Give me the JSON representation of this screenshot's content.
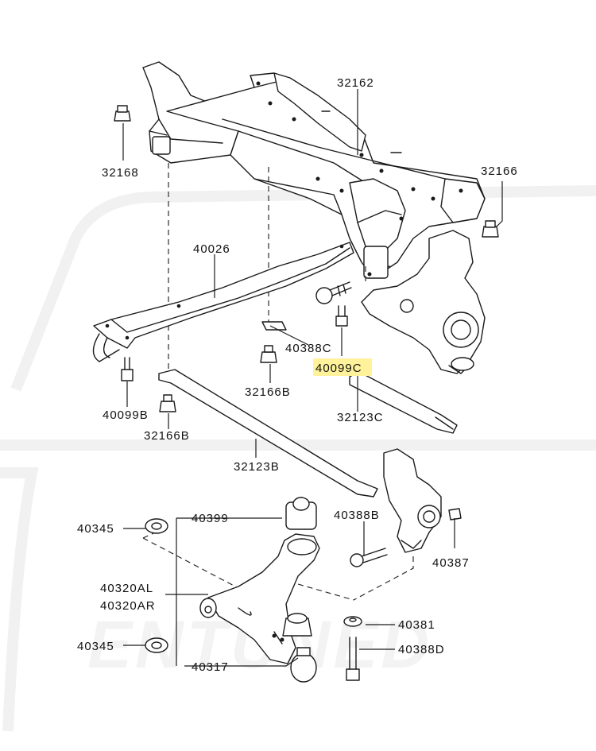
{
  "watermark": {
    "text": "ENTUNED"
  },
  "highlight_color": "#fff29a",
  "parts": [
    {
      "id": "32162",
      "label": "32162"
    },
    {
      "id": "32168",
      "label": "32168"
    },
    {
      "id": "32166",
      "label": "32166"
    },
    {
      "id": "40026",
      "label": "40026"
    },
    {
      "id": "40388C",
      "label": "40388C"
    },
    {
      "id": "40099C",
      "label": "40099C",
      "highlighted": true
    },
    {
      "id": "32166B-mid",
      "label": "32166B"
    },
    {
      "id": "40099B",
      "label": "40099B"
    },
    {
      "id": "32123C",
      "label": "32123C"
    },
    {
      "id": "32166B-left",
      "label": "32166B"
    },
    {
      "id": "32123B",
      "label": "32123B"
    },
    {
      "id": "40345-top",
      "label": "40345"
    },
    {
      "id": "40399",
      "label": "40399"
    },
    {
      "id": "40388B",
      "label": "40388B"
    },
    {
      "id": "40387",
      "label": "40387"
    },
    {
      "id": "40320AL",
      "label": "40320AL"
    },
    {
      "id": "40320AR",
      "label": "40320AR"
    },
    {
      "id": "40381",
      "label": "40381"
    },
    {
      "id": "40345-bottom",
      "label": "40345"
    },
    {
      "id": "40388D",
      "label": "40388D"
    },
    {
      "id": "40317",
      "label": "40317"
    }
  ]
}
